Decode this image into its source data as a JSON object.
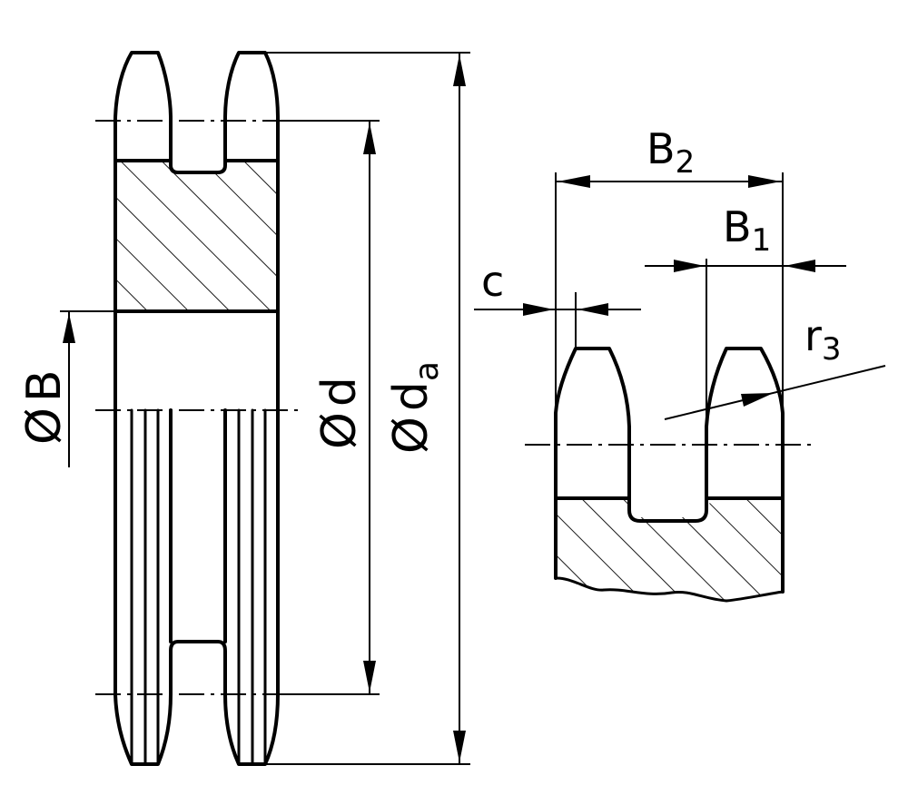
{
  "labels": {
    "dim_B2": {
      "main": "B",
      "sub": "2"
    },
    "dim_B1": {
      "main": "B",
      "sub": "1"
    },
    "dim_c": {
      "main": "c"
    },
    "dim_r3": {
      "main": "r",
      "sub": "3"
    },
    "dim_bore": {
      "symbol": "Ø",
      "main": "B"
    },
    "dim_pitch": {
      "symbol": "Ø",
      "main": "d"
    },
    "dim_tip": {
      "symbol": "Ø",
      "main": "d",
      "sub": "a"
    }
  }
}
